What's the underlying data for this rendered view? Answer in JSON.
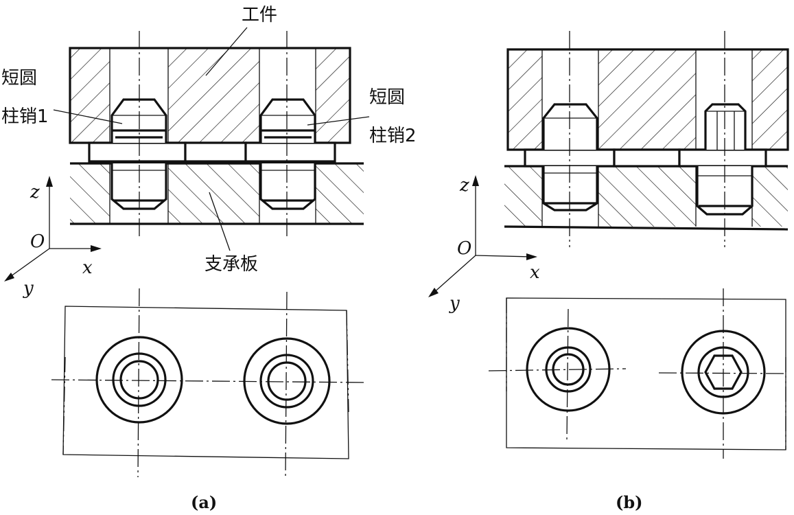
{
  "figure_a": {
    "workpiece_label": "工件",
    "pin1_label_line1": "短圆",
    "pin1_label_line2": "柱销1",
    "pin2_label_line1": "短圆",
    "pin2_label_line2": "柱销2",
    "support_plate_label": "支承板",
    "axis_z": "z",
    "axis_x": "x",
    "axis_y": "y",
    "origin": "O",
    "caption": "(a)"
  },
  "figure_b": {
    "axis_z": "z",
    "axis_x": "x",
    "axis_y": "y",
    "origin": "O",
    "caption": "(b)"
  }
}
